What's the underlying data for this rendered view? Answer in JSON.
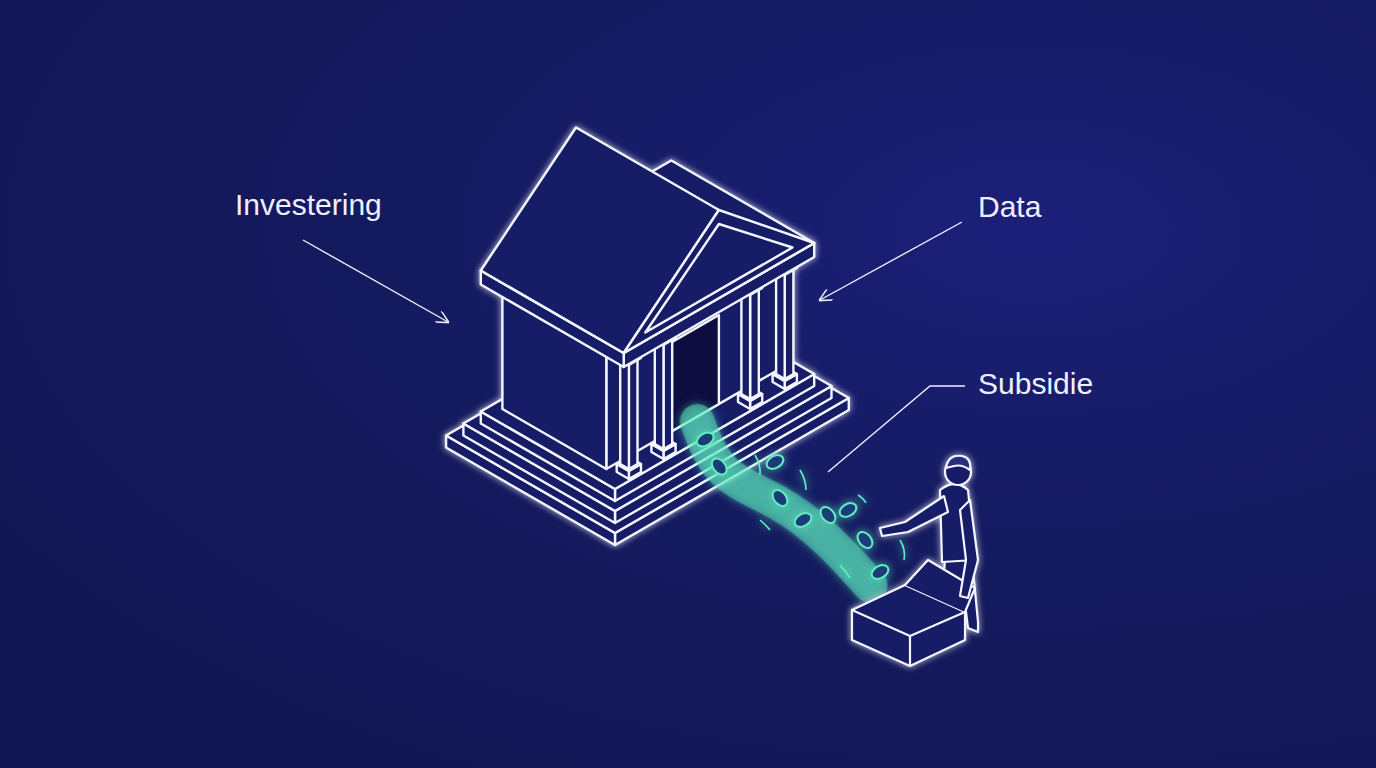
{
  "diagram": {
    "labels": [
      "Investering",
      "Data",
      "Subsidie"
    ]
  }
}
